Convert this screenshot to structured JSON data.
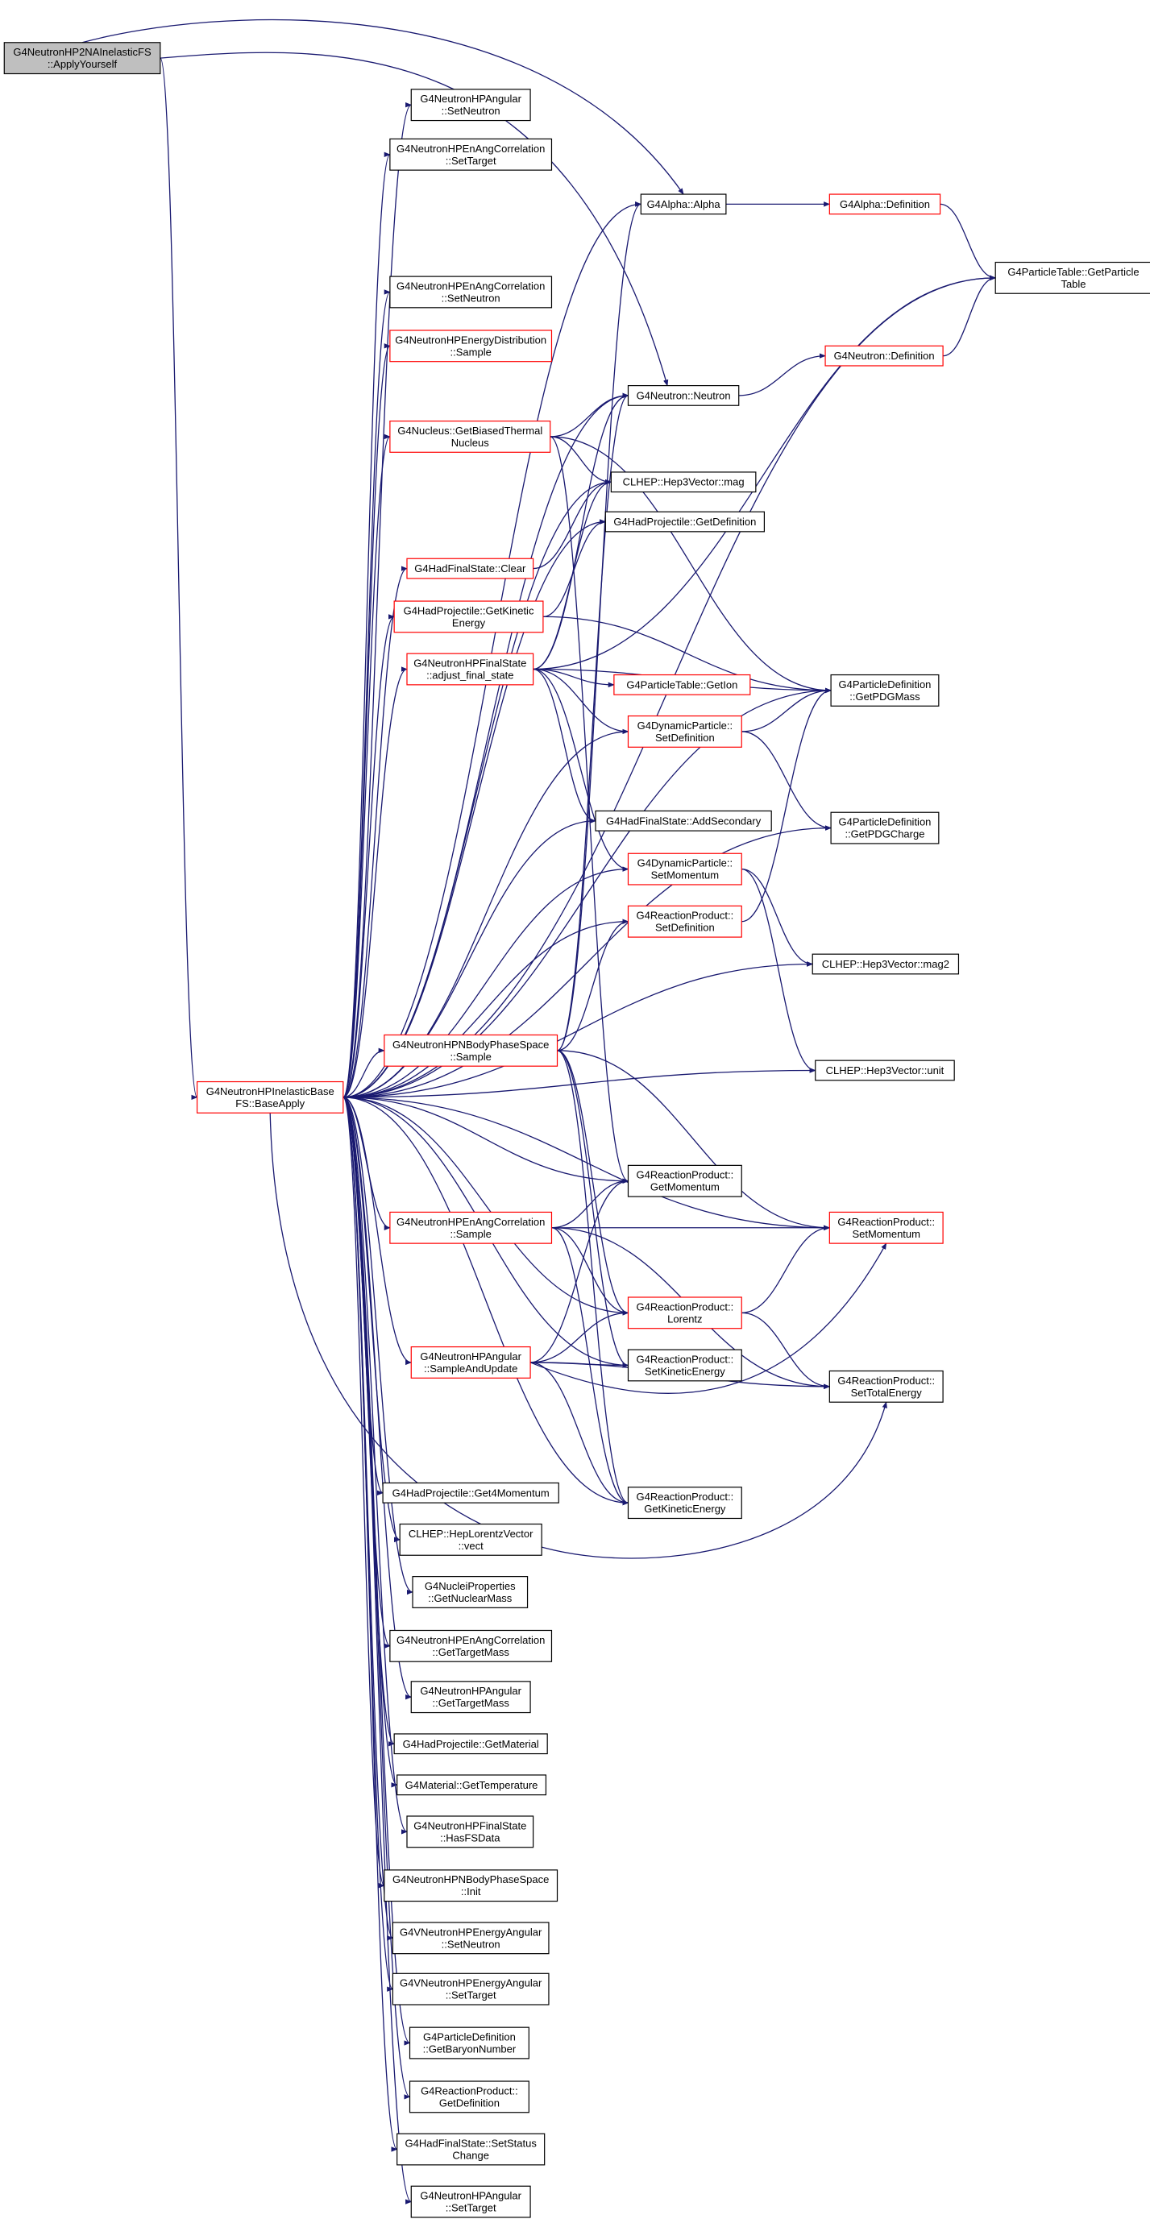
{
  "colors": {
    "edge": "#191970",
    "border_black": "#000000",
    "border_red": "#ff0000",
    "root_fill": "#bfbfbf",
    "fill": "#ffffff"
  },
  "nodes": [
    {
      "id": "root",
      "lines": [
        "G4NeutronHP2NAInelasticFS",
        "::ApplyYourself"
      ],
      "border": "black",
      "fill": "gray"
    },
    {
      "id": "base",
      "lines": [
        "G4NeutronHPInelasticBase",
        "FS::BaseApply"
      ],
      "border": "red"
    },
    {
      "id": "ang_setneutron",
      "lines": [
        "G4NeutronHPAngular",
        "::SetNeutron"
      ],
      "border": "black"
    },
    {
      "id": "enang_settarget",
      "lines": [
        "G4NeutronHPEnAngCorrelation",
        "::SetTarget"
      ],
      "border": "black"
    },
    {
      "id": "enang_setneutron",
      "lines": [
        "G4NeutronHPEnAngCorrelation",
        "::SetNeutron"
      ],
      "border": "black"
    },
    {
      "id": "endist_sample",
      "lines": [
        "G4NeutronHPEnergyDistribution",
        "::Sample"
      ],
      "border": "red"
    },
    {
      "id": "nucleus_gbtn",
      "lines": [
        "G4Nucleus::GetBiasedThermal",
        "Nucleus"
      ],
      "border": "red"
    },
    {
      "id": "hfs_clear",
      "lines": [
        "G4HadFinalState::Clear"
      ],
      "border": "red"
    },
    {
      "id": "hadproj_gke",
      "lines": [
        "G4HadProjectile::GetKinetic",
        "Energy"
      ],
      "border": "red"
    },
    {
      "id": "hpfs_adjust",
      "lines": [
        "G4NeutronHPFinalState",
        "::adjust_final_state"
      ],
      "border": "red"
    },
    {
      "id": "nbody_sample",
      "lines": [
        "G4NeutronHPNBodyPhaseSpace",
        "::Sample"
      ],
      "border": "red"
    },
    {
      "id": "enang_sample",
      "lines": [
        "G4NeutronHPEnAngCorrelation",
        "::Sample"
      ],
      "border": "red"
    },
    {
      "id": "ang_sau",
      "lines": [
        "G4NeutronHPAngular",
        "::SampleAndUpdate"
      ],
      "border": "red"
    },
    {
      "id": "hadproj_g4m",
      "lines": [
        "G4HadProjectile::Get4Momentum"
      ],
      "border": "black"
    },
    {
      "id": "lorentz_vect",
      "lines": [
        "CLHEP::HepLorentzVector",
        "::vect"
      ],
      "border": "black"
    },
    {
      "id": "nuclei_gnm",
      "lines": [
        "G4NucleiProperties",
        "::GetNuclearMass"
      ],
      "border": "black"
    },
    {
      "id": "enang_gtm",
      "lines": [
        "G4NeutronHPEnAngCorrelation",
        "::GetTargetMass"
      ],
      "border": "black"
    },
    {
      "id": "ang_gtm",
      "lines": [
        "G4NeutronHPAngular",
        "::GetTargetMass"
      ],
      "border": "black"
    },
    {
      "id": "hadproj_gmat",
      "lines": [
        "G4HadProjectile::GetMaterial"
      ],
      "border": "black"
    },
    {
      "id": "mat_temp",
      "lines": [
        "G4Material::GetTemperature"
      ],
      "border": "black"
    },
    {
      "id": "hpfs_hasfs",
      "lines": [
        "G4NeutronHPFinalState",
        "::HasFSData"
      ],
      "border": "black"
    },
    {
      "id": "nbody_init",
      "lines": [
        "G4NeutronHPNBodyPhaseSpace",
        "::Init"
      ],
      "border": "black"
    },
    {
      "id": "vea_setneutron",
      "lines": [
        "G4VNeutronHPEnergyAngular",
        "::SetNeutron"
      ],
      "border": "black"
    },
    {
      "id": "vea_settarget",
      "lines": [
        "G4VNeutronHPEnergyAngular",
        "::SetTarget"
      ],
      "border": "black"
    },
    {
      "id": "pdef_gbn",
      "lines": [
        "G4ParticleDefinition",
        "::GetBaryonNumber"
      ],
      "border": "black"
    },
    {
      "id": "rp_getdef",
      "lines": [
        "G4ReactionProduct::",
        "GetDefinition"
      ],
      "border": "black"
    },
    {
      "id": "hfs_setstatus",
      "lines": [
        "G4HadFinalState::SetStatus",
        "Change"
      ],
      "border": "black"
    },
    {
      "id": "ang_settarget",
      "lines": [
        "G4NeutronHPAngular",
        "::SetTarget"
      ],
      "border": "black"
    },
    {
      "id": "alpha_alpha",
      "lines": [
        "G4Alpha::Alpha"
      ],
      "border": "black"
    },
    {
      "id": "neutron_neutron",
      "lines": [
        "G4Neutron::Neutron"
      ],
      "border": "black"
    },
    {
      "id": "hep3_mag",
      "lines": [
        "CLHEP::Hep3Vector::mag"
      ],
      "border": "black"
    },
    {
      "id": "hadproj_gdef",
      "lines": [
        "G4HadProjectile::GetDefinition"
      ],
      "border": "black"
    },
    {
      "id": "ptable_getion",
      "lines": [
        "G4ParticleTable::GetIon"
      ],
      "border": "red"
    },
    {
      "id": "dynp_setdef",
      "lines": [
        "G4DynamicParticle::",
        "SetDefinition"
      ],
      "border": "red"
    },
    {
      "id": "hfs_addsec",
      "lines": [
        "G4HadFinalState::AddSecondary"
      ],
      "border": "black"
    },
    {
      "id": "dynp_setmom",
      "lines": [
        "G4DynamicParticle::",
        "SetMomentum"
      ],
      "border": "red"
    },
    {
      "id": "rp_setdef",
      "lines": [
        "G4ReactionProduct::",
        "SetDefinition"
      ],
      "border": "red"
    },
    {
      "id": "rp_getmom",
      "lines": [
        "G4ReactionProduct::",
        "GetMomentum"
      ],
      "border": "black"
    },
    {
      "id": "rp_lorentz",
      "lines": [
        "G4ReactionProduct::",
        "Lorentz"
      ],
      "border": "red"
    },
    {
      "id": "rp_setke",
      "lines": [
        "G4ReactionProduct::",
        "SetKineticEnergy"
      ],
      "border": "black"
    },
    {
      "id": "rp_getke",
      "lines": [
        "G4ReactionProduct::",
        "GetKineticEnergy"
      ],
      "border": "black"
    },
    {
      "id": "alpha_def",
      "lines": [
        "G4Alpha::Definition"
      ],
      "border": "red"
    },
    {
      "id": "neutron_def",
      "lines": [
        "G4Neutron::Definition"
      ],
      "border": "red"
    },
    {
      "id": "ptable_gpt",
      "lines": [
        "G4ParticleTable::GetParticle",
        "Table"
      ],
      "border": "black"
    },
    {
      "id": "pdef_gpdgmass",
      "lines": [
        "G4ParticleDefinition",
        "::GetPDGMass"
      ],
      "border": "black"
    },
    {
      "id": "pdef_gpdgcharge",
      "lines": [
        "G4ParticleDefinition",
        "::GetPDGCharge"
      ],
      "border": "black"
    },
    {
      "id": "hep3_mag2",
      "lines": [
        "CLHEP::Hep3Vector::mag2"
      ],
      "border": "black"
    },
    {
      "id": "hep3_unit",
      "lines": [
        "CLHEP::Hep3Vector::unit"
      ],
      "border": "black"
    },
    {
      "id": "rp_setmom",
      "lines": [
        "G4ReactionProduct::",
        "SetMomentum"
      ],
      "border": "red"
    },
    {
      "id": "rp_settotal",
      "lines": [
        "G4ReactionProduct::",
        "SetTotalEnergy"
      ],
      "border": "black"
    }
  ],
  "edges": [
    [
      "root",
      "base"
    ],
    [
      "root",
      "alpha_alpha"
    ],
    [
      "root",
      "neutron_neutron"
    ],
    [
      "base",
      "ang_setneutron"
    ],
    [
      "base",
      "enang_settarget"
    ],
    [
      "base",
      "alpha_alpha"
    ],
    [
      "base",
      "ptable_gpt"
    ],
    [
      "base",
      "enang_setneutron"
    ],
    [
      "base",
      "endist_sample"
    ],
    [
      "base",
      "neutron_neutron"
    ],
    [
      "base",
      "nucleus_gbtn"
    ],
    [
      "base",
      "hep3_mag"
    ],
    [
      "base",
      "hadproj_gdef"
    ],
    [
      "base",
      "hfs_clear"
    ],
    [
      "base",
      "hadproj_gke"
    ],
    [
      "base",
      "hpfs_adjust"
    ],
    [
      "base",
      "pdef_gpdgmass"
    ],
    [
      "base",
      "dynp_setdef"
    ],
    [
      "base",
      "hfs_addsec"
    ],
    [
      "base",
      "dynp_setmom"
    ],
    [
      "base",
      "rp_setdef"
    ],
    [
      "base",
      "pdef_gpdgcharge"
    ],
    [
      "base",
      "hep3_mag2"
    ],
    [
      "base",
      "nbody_sample"
    ],
    [
      "base",
      "hep3_unit"
    ],
    [
      "base",
      "rp_getmom"
    ],
    [
      "base",
      "rp_setmom"
    ],
    [
      "base",
      "enang_sample"
    ],
    [
      "base",
      "rp_lorentz"
    ],
    [
      "base",
      "ang_sau"
    ],
    [
      "base",
      "rp_setke"
    ],
    [
      "base",
      "rp_settotal"
    ],
    [
      "base",
      "rp_getke"
    ],
    [
      "base",
      "hadproj_g4m"
    ],
    [
      "base",
      "lorentz_vect"
    ],
    [
      "base",
      "nuclei_gnm"
    ],
    [
      "base",
      "enang_gtm"
    ],
    [
      "base",
      "ang_gtm"
    ],
    [
      "base",
      "hadproj_gmat"
    ],
    [
      "base",
      "mat_temp"
    ],
    [
      "base",
      "hpfs_hasfs"
    ],
    [
      "base",
      "nbody_init"
    ],
    [
      "base",
      "vea_setneutron"
    ],
    [
      "base",
      "vea_settarget"
    ],
    [
      "base",
      "pdef_gbn"
    ],
    [
      "base",
      "rp_getdef"
    ],
    [
      "base",
      "hfs_setstatus"
    ],
    [
      "base",
      "ang_settarget"
    ],
    [
      "alpha_alpha",
      "alpha_def"
    ],
    [
      "alpha_def",
      "ptable_gpt"
    ],
    [
      "neutron_neutron",
      "neutron_def"
    ],
    [
      "neutron_def",
      "ptable_gpt"
    ],
    [
      "nucleus_gbtn",
      "neutron_neutron"
    ],
    [
      "nucleus_gbtn",
      "hep3_mag"
    ],
    [
      "nucleus_gbtn",
      "pdef_gpdgmass"
    ],
    [
      "nucleus_gbtn",
      "rp_getmom"
    ],
    [
      "hfs_clear",
      "hep3_mag"
    ],
    [
      "hadproj_gke",
      "hadproj_gdef"
    ],
    [
      "hadproj_gke",
      "pdef_gpdgmass"
    ],
    [
      "hpfs_adjust",
      "neutron_neutron"
    ],
    [
      "hpfs_adjust",
      "hep3_mag"
    ],
    [
      "hpfs_adjust",
      "ptable_gpt"
    ],
    [
      "hpfs_adjust",
      "pdef_gpdgmass"
    ],
    [
      "hpfs_adjust",
      "ptable_getion"
    ],
    [
      "hpfs_adjust",
      "dynp_setdef"
    ],
    [
      "hpfs_adjust",
      "hfs_addsec"
    ],
    [
      "hpfs_adjust",
      "dynp_setmom"
    ],
    [
      "dynp_setdef",
      "pdef_gpdgmass"
    ],
    [
      "dynp_setdef",
      "pdef_gpdgcharge"
    ],
    [
      "dynp_setmom",
      "hep3_mag2"
    ],
    [
      "dynp_setmom",
      "hep3_unit"
    ],
    [
      "rp_setdef",
      "pdef_gpdgmass"
    ],
    [
      "nbody_sample",
      "alpha_alpha"
    ],
    [
      "nbody_sample",
      "neutron_neutron"
    ],
    [
      "nbody_sample",
      "rp_setdef"
    ],
    [
      "nbody_sample",
      "rp_setmom"
    ],
    [
      "nbody_sample",
      "rp_lorentz"
    ],
    [
      "nbody_sample",
      "rp_setke"
    ],
    [
      "nbody_sample",
      "rp_getke"
    ],
    [
      "enang_sample",
      "rp_getmom"
    ],
    [
      "enang_sample",
      "rp_setmom"
    ],
    [
      "enang_sample",
      "rp_lorentz"
    ],
    [
      "enang_sample",
      "rp_settotal"
    ],
    [
      "enang_sample",
      "rp_getke"
    ],
    [
      "rp_lorentz",
      "rp_setmom"
    ],
    [
      "rp_lorentz",
      "rp_settotal"
    ],
    [
      "ang_sau",
      "rp_getmom"
    ],
    [
      "ang_sau",
      "rp_setmom"
    ],
    [
      "ang_sau",
      "rp_lorentz"
    ],
    [
      "ang_sau",
      "rp_setke"
    ],
    [
      "ang_sau",
      "rp_settotal"
    ],
    [
      "ang_sau",
      "rp_getke"
    ]
  ]
}
